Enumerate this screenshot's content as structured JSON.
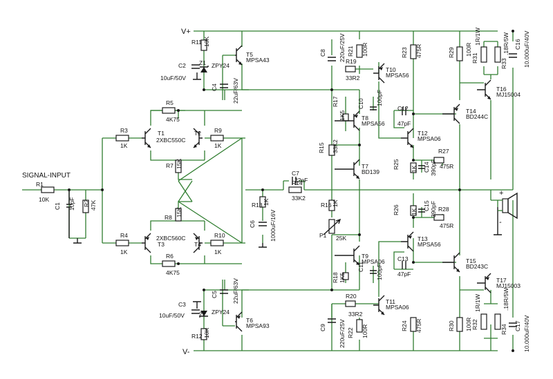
{
  "rails": {
    "vplus": "V+",
    "vminus": "V-"
  },
  "input_label": "SIGNAL-INPUT",
  "speaker": {
    "plus": "+",
    "minus": "-"
  },
  "resistors": [
    {
      "id": "R1",
      "v": "10K"
    },
    {
      "id": "R2",
      "v": "47K"
    },
    {
      "id": "R3",
      "v": "1K"
    },
    {
      "id": "R4",
      "v": "1K"
    },
    {
      "id": "R5",
      "v": "4K75"
    },
    {
      "id": "R6",
      "v": "4K75"
    },
    {
      "id": "R7",
      "v": "15K"
    },
    {
      "id": "R8",
      "v": "15K"
    },
    {
      "id": "R9",
      "v": "1K"
    },
    {
      "id": "R10",
      "v": "1K"
    },
    {
      "id": "R11",
      "v": "10K"
    },
    {
      "id": "R12",
      "v": "10K"
    },
    {
      "id": "R13",
      "v": "1K"
    },
    {
      "id": "R14",
      "v": "33K2"
    },
    {
      "id": "R15",
      "v": "33K2"
    },
    {
      "id": "R16",
      "v": "1K"
    },
    {
      "id": "R17",
      "v": "1K5"
    },
    {
      "id": "R18",
      "v": "1K5"
    },
    {
      "id": "R19",
      "v": "33R2"
    },
    {
      "id": "R20",
      "v": "33R2"
    },
    {
      "id": "R21",
      "v": "100R"
    },
    {
      "id": "R22",
      "v": "100R"
    },
    {
      "id": "R23",
      "v": "475R"
    },
    {
      "id": "R24",
      "v": "475R"
    },
    {
      "id": "R25",
      "v": "1K"
    },
    {
      "id": "R26",
      "v": "1K"
    },
    {
      "id": "R27",
      "v": "475R"
    },
    {
      "id": "R28",
      "v": "475R"
    },
    {
      "id": "R29",
      "v": "100R"
    },
    {
      "id": "R30",
      "v": "100R"
    },
    {
      "id": "R31",
      "v": "1R/1W"
    },
    {
      "id": "R32",
      "v": "1R/1W"
    },
    {
      "id": "R33",
      "v": ".18R/5W"
    },
    {
      "id": "R34",
      "v": ".18R/5W"
    },
    {
      "id": "P1",
      "v": "25K"
    }
  ],
  "capacitors": [
    {
      "id": "C1",
      "v": "10pF"
    },
    {
      "id": "C2",
      "v": "10uF/50V"
    },
    {
      "id": "C3",
      "v": "10uF/50V"
    },
    {
      "id": "C4",
      "v": "22uF/63V"
    },
    {
      "id": "C5",
      "v": "22uF/63V"
    },
    {
      "id": "C6",
      "v": "1000uF/16V"
    },
    {
      "id": "C7",
      "v": "22pF"
    },
    {
      "id": "C8",
      "v": "220uF/25V"
    },
    {
      "id": "C9",
      "v": "220uF/25V"
    },
    {
      "id": "C10",
      "v": "100pF"
    },
    {
      "id": "C11",
      "v": "100pF"
    },
    {
      "id": "C12",
      "v": "47pF"
    },
    {
      "id": "C13",
      "v": "47pF"
    },
    {
      "id": "C14",
      "v": "390pF"
    },
    {
      "id": "C15",
      "v": "390pF"
    },
    {
      "id": "C16",
      "v": "10.000uF/40V"
    },
    {
      "id": "C17",
      "v": "10.000uF/40V"
    }
  ],
  "transistors": [
    {
      "id": "T1",
      "v": "2XBC550C"
    },
    {
      "id": "T2",
      "v": ""
    },
    {
      "id": "T3",
      "v": "2XBC560C"
    },
    {
      "id": "T4",
      "v": ""
    },
    {
      "id": "T5",
      "v": "MPSA43"
    },
    {
      "id": "T6",
      "v": "MPSA93"
    },
    {
      "id": "T7",
      "v": "BD139"
    },
    {
      "id": "T8",
      "v": "MPSA56"
    },
    {
      "id": "T9",
      "v": "MPSA06"
    },
    {
      "id": "T10",
      "v": "MPSA56"
    },
    {
      "id": "T11",
      "v": "MPSA06"
    },
    {
      "id": "T12",
      "v": "MPSA06"
    },
    {
      "id": "T13",
      "v": "MPSA56"
    },
    {
      "id": "T14",
      "v": "BD244C"
    },
    {
      "id": "T15",
      "v": "BD243C"
    },
    {
      "id": "T16",
      "v": "MJ15004"
    },
    {
      "id": "T17",
      "v": "MJ15003"
    }
  ],
  "zeners": [
    {
      "id": "Z1",
      "v": "ZPY24"
    },
    {
      "id": "Z2",
      "v": "ZPY24"
    }
  ]
}
